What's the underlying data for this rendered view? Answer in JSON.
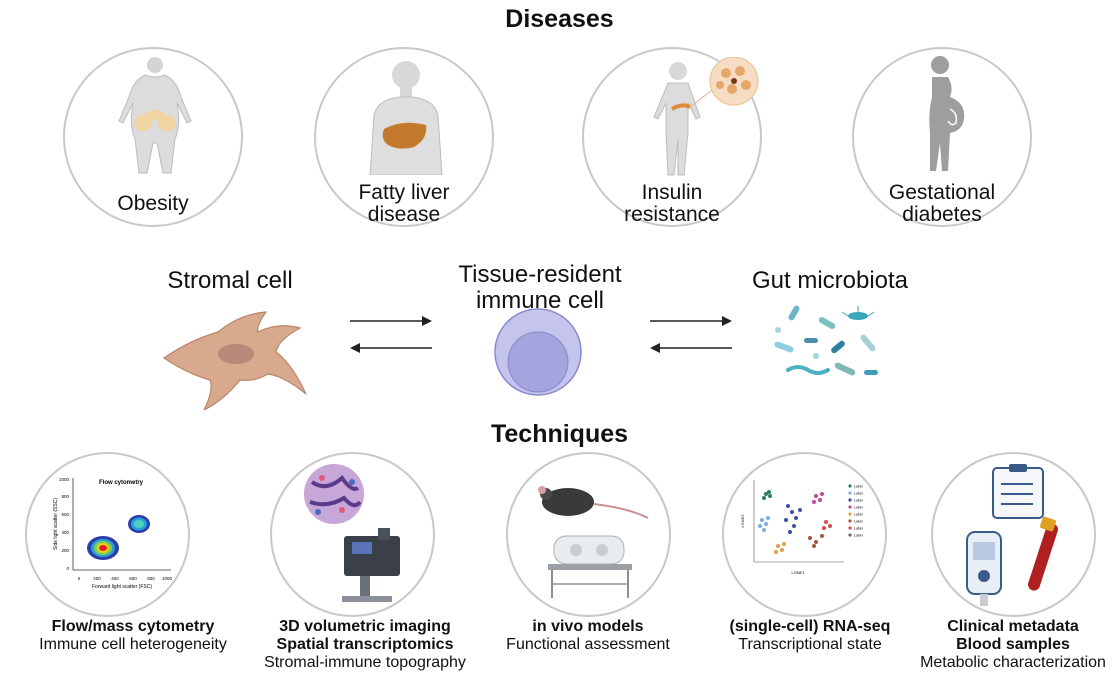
{
  "diseases": {
    "title": "Diseases",
    "items": [
      {
        "line1": "Obesity",
        "line2": ""
      },
      {
        "line1": "Fatty liver",
        "line2": "disease"
      },
      {
        "line1": "Insulin",
        "line2": "resistance"
      },
      {
        "line1": "Gestational",
        "line2": "diabetes"
      }
    ]
  },
  "cells": {
    "stromal": "Stromal cell",
    "immune_line1": "Tissue-resident",
    "immune_line2": "immune cell",
    "microbiota": "Gut microbiota"
  },
  "techniques": {
    "title": "Techniques",
    "flow_plot": {
      "title": "Flow cytometry",
      "xlabel": "Forward light scatter (FSC)",
      "ylabel": "Side light scatter (SSC)",
      "xticks": [
        "0",
        "200",
        "400",
        "600",
        "800",
        "1000"
      ],
      "yticks": [
        "0",
        "200",
        "400",
        "600",
        "800",
        "1000"
      ]
    },
    "tsne_plot": {
      "xlabel": "t-SNE1",
      "ylabel": "t-SNE2",
      "legend": [
        "Label",
        "Label",
        "Label",
        "Label",
        "Label",
        "Label",
        "Label",
        "Label"
      ]
    },
    "items": [
      {
        "bold1": "Flow/mass cytometry",
        "bold2": "",
        "normal": "Immune cell heterogeneity"
      },
      {
        "bold1": "3D volumetric imaging",
        "bold2": "Spatial transcriptomics",
        "normal": "Stromal-immune topography"
      },
      {
        "bold1": "in vivo models",
        "bold2": "",
        "normal": "Functional assessment"
      },
      {
        "bold1": "(single-cell) RNA-seq",
        "bold2": "",
        "normal": "Transcriptional state"
      },
      {
        "bold1": "Clinical metadata",
        "bold2": "Blood samples",
        "normal": "Metabolic characterization"
      }
    ]
  },
  "colors": {
    "circle_border": "#c8c8c8",
    "stromal_fill": "#d9a98e",
    "immune_fill": "#b8b8e6",
    "immune_nucleus": "#9c9cd8",
    "arrow": "#222222"
  }
}
